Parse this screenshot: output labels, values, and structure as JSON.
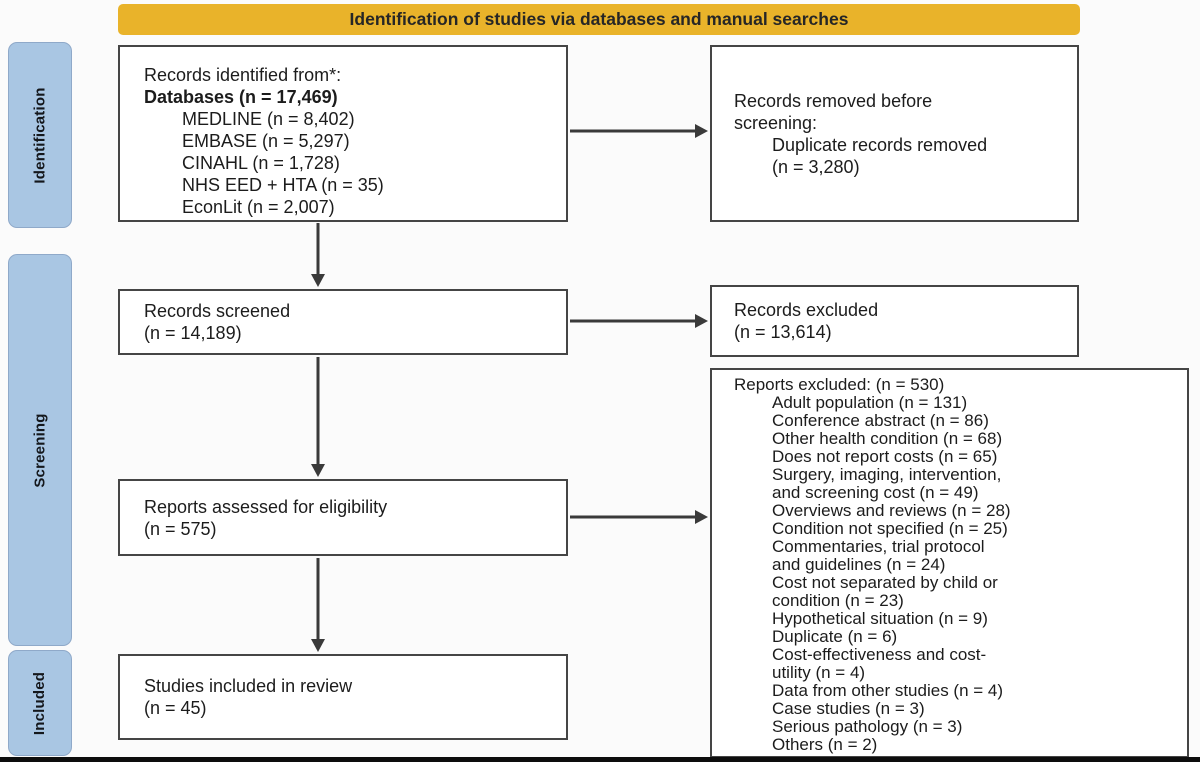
{
  "banner": {
    "title": "Identification of studies via databases and manual searches"
  },
  "sidebar": {
    "identification": "Identification",
    "screening": "Screening",
    "included": "Included"
  },
  "boxes": {
    "records_identified": {
      "intro": "Records identified from*:",
      "databases_total": "Databases (n = 17,469)",
      "sources": "MEDLINE (n = 8,402)\nEMBASE (n = 5,297)\nCINAHL (n = 1,728)\nNHS EED + HTA (n = 35)\nEconLit (n = 2,007)"
    },
    "records_removed": {
      "heading": "Records removed before\nscreening:",
      "detail": "Duplicate records removed\n(n = 3,280)"
    },
    "records_screened": {
      "text": "Records screened\n(n = 14,189)"
    },
    "records_excluded": {
      "text": "Records excluded\n(n = 13,614)"
    },
    "reports_assessed": {
      "text": "Reports assessed for eligibility\n(n = 575)"
    },
    "reports_excluded": {
      "heading": "Reports excluded: (n = 530)",
      "items": [
        "Adult population (n = 131)",
        "Conference abstract (n = 86)",
        "Other health condition (n = 68)",
        "Does not report costs (n = 65)",
        "Surgery, imaging, intervention,\nand screening cost (n = 49)",
        "Overviews and reviews (n = 28)",
        "Condition not specified (n = 25)",
        "Commentaries, trial protocol\nand guidelines (n = 24)",
        "Cost not separated by child or\ncondition (n = 23)",
        "Hypothetical situation (n = 9)",
        "Duplicate (n = 6)",
        "Cost-effectiveness and cost-\nutility (n = 4)",
        "Data from other studies (n = 4)",
        "Case studies (n = 3)",
        "Serious pathology (n = 3)",
        "Others (n = 2)"
      ]
    },
    "studies_included": {
      "text": "Studies included in review\n(n = 45)"
    }
  },
  "colors": {
    "banner_bg": "#e9b32a",
    "sidebar_bg": "#a9c6e3",
    "sidebar_border": "#8fa9c9",
    "box_border": "#454545",
    "arrow": "#3a3a3a",
    "text": "#1c1c1c"
  }
}
